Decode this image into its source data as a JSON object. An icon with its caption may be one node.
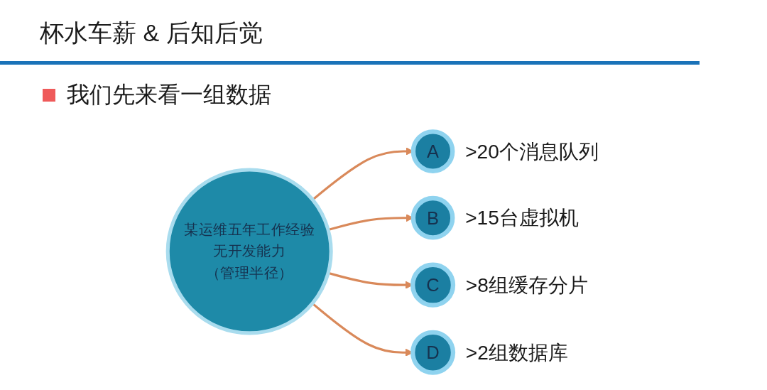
{
  "diagram": {
    "title": "杯水车薪 & 后知后觉",
    "nodes": [
      {
        "text": [
          "某运维五年工作经验无开发能力",
          "（管理半径）"
        ]
      },
      {
        "text": [
          "A"
        ],
        "beside": [
          ">20个消息队列"
        ]
      },
      {
        "text": [
          "B"
        ],
        "beside": [
          ">15台虚拟机"
        ]
      },
      {
        "text": [
          "C"
        ],
        "beside": [
          ">8组缓存分片"
        ]
      },
      {
        "text": [
          "D"
        ],
        "beside": [
          ">2组数据库"
        ]
      }
    ],
    "edges": [
      {
        "from": 0,
        "to": 1,
        "arrow": "to"
      },
      {
        "from": 0,
        "to": 2,
        "arrow": "to"
      },
      {
        "from": 0,
        "to": 3,
        "arrow": "to"
      },
      {
        "from": 0,
        "to": 4,
        "arrow": "to"
      }
    ],
    "labels": [
      "我们先来看一组数据"
    ]
  }
}
